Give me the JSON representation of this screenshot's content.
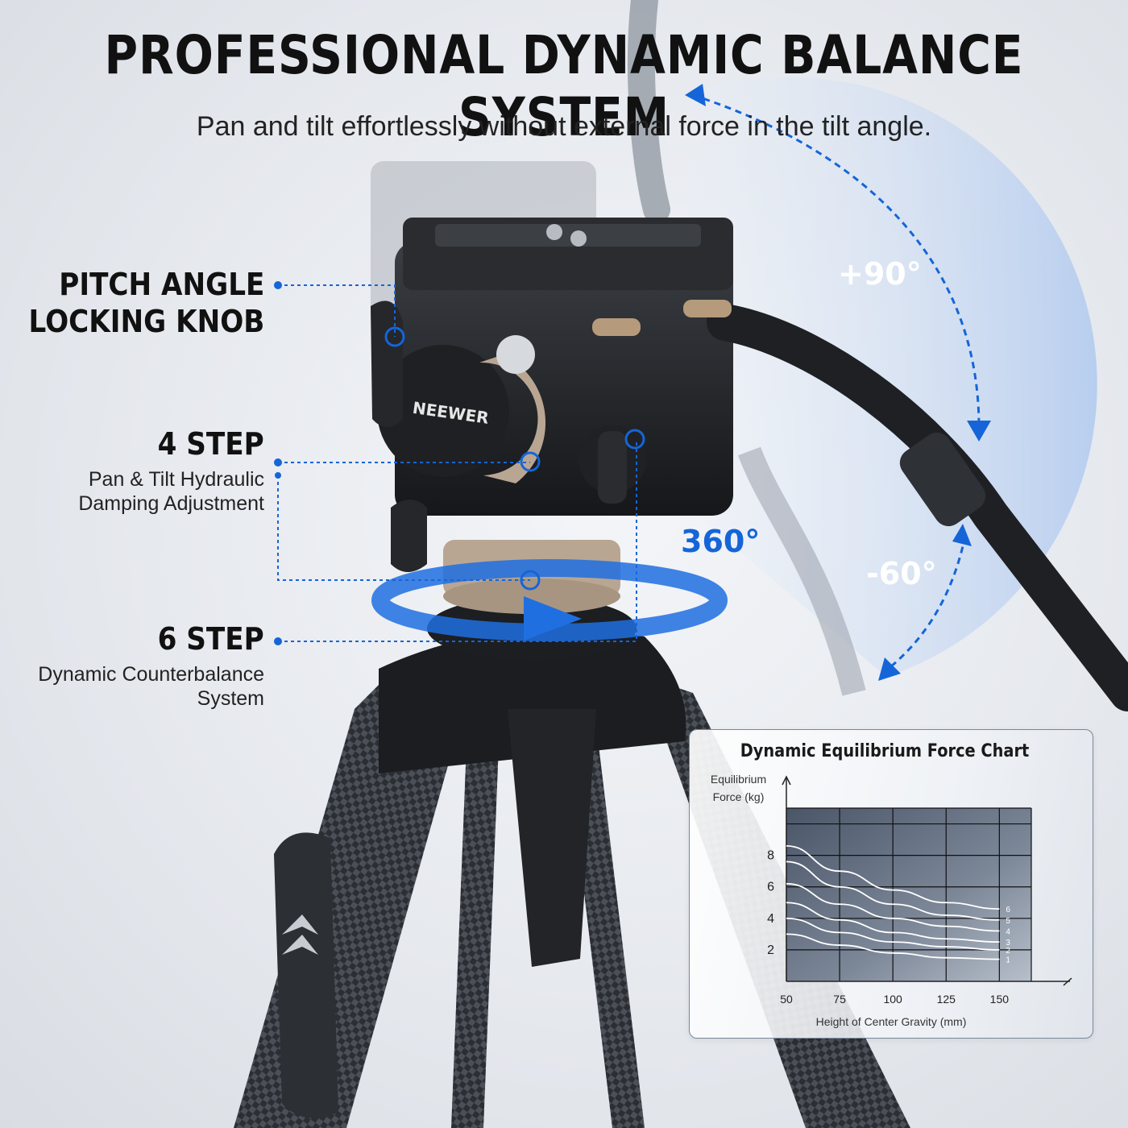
{
  "title": "PROFESSIONAL DYNAMIC BALANCE SYSTEM",
  "subtitle": "Pan and tilt effortlessly without external force in the tilt angle.",
  "callouts": {
    "pitch": {
      "line1": "PITCH ANGLE",
      "line2": "LOCKING KNOB"
    },
    "step4": {
      "heading": "4 STEP",
      "desc1": "Pan & Tilt Hydraulic",
      "desc2": "Damping Adjustment"
    },
    "step6": {
      "heading": "6 STEP",
      "desc1": "Dynamic Counterbalance",
      "desc2": "System"
    }
  },
  "angles": {
    "up": "+90°",
    "down": "-60°",
    "pan": "360°"
  },
  "brand": "NEEWER",
  "colors": {
    "accent": "#1565d8",
    "arc_fill": "#c9dcf7",
    "text": "#111111"
  },
  "chart_data": {
    "type": "line",
    "title": "Dynamic Equilibrium Force Chart",
    "ylabel_line1": "Equilibrium",
    "ylabel_line2": "Force (kg)",
    "xlabel": "Height of Center Gravity (mm)",
    "x": [
      50,
      75,
      100,
      125,
      150
    ],
    "xticks": [
      "50",
      "75",
      "100",
      "125",
      "150"
    ],
    "yticks": [
      "2",
      "4",
      "6",
      "8"
    ],
    "xlim": [
      50,
      165
    ],
    "ylim": [
      0,
      11
    ],
    "series": [
      {
        "name": "1",
        "values": [
          3.0,
          2.3,
          1.8,
          1.5,
          1.4
        ]
      },
      {
        "name": "2",
        "values": [
          4.0,
          3.1,
          2.5,
          2.2,
          2.0
        ]
      },
      {
        "name": "3",
        "values": [
          5.0,
          3.9,
          3.1,
          2.7,
          2.5
        ]
      },
      {
        "name": "4",
        "values": [
          6.2,
          4.9,
          4.0,
          3.5,
          3.2
        ]
      },
      {
        "name": "5",
        "values": [
          7.6,
          6.0,
          4.9,
          4.2,
          3.9
        ]
      },
      {
        "name": "6",
        "values": [
          8.6,
          7.0,
          5.8,
          5.0,
          4.6
        ]
      }
    ]
  }
}
